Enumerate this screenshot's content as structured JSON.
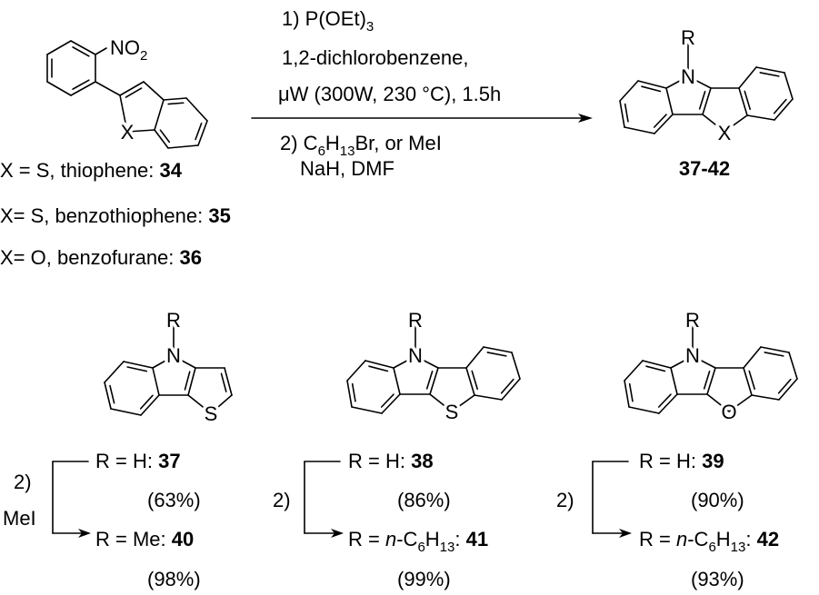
{
  "starting_material": {
    "nitro_label": "NO",
    "nitro_sub": "2",
    "x_label": "X",
    "variants": [
      {
        "text": "X = S, thiophene: ",
        "number": "34"
      },
      {
        "text": "X= S, benzothiophene: ",
        "number": "35"
      },
      {
        "text": "X= O, benzofurane: ",
        "number": "36"
      }
    ]
  },
  "conditions": {
    "step1_a": "1) P(OEt)",
    "step1_a_sub": "3",
    "step1_b": "1,2-dichlorobenzene,",
    "step1_c": "μW (300W, 230 °C), 1.5h",
    "step2_a": "2) C",
    "step2_a_sub1": "6",
    "step2_a_mid": "H",
    "step2_a_sub2": "13",
    "step2_a_end": "Br, or MeI",
    "step2_b": "NaH, DMF"
  },
  "product": {
    "r_label": "R",
    "n_label": "N",
    "x_label": "X",
    "number": "37-42"
  },
  "compounds": [
    {
      "r": "R",
      "n": "N",
      "het": "S",
      "step": "2)",
      "reagent": "MeI",
      "first": {
        "text": "R = H: ",
        "number": "37",
        "yield": "(63%)"
      },
      "second": {
        "text": "R = Me: ",
        "number": "40",
        "yield": "(98%)"
      }
    },
    {
      "r": "R",
      "n": "N",
      "het": "S",
      "step": "2)",
      "first": {
        "text": "R = H: ",
        "number": "38",
        "yield": "(86%)"
      },
      "second": {
        "pre": "R = ",
        "italic": "n",
        "c": "-C",
        "sub1": "6",
        "h": "H",
        "sub2": "13",
        "colon": ": ",
        "number": "41",
        "yield": "(99%)"
      }
    },
    {
      "r": "R",
      "n": "N",
      "het": "O",
      "step": "2)",
      "first": {
        "text": "R = H: ",
        "number": "39",
        "yield": "(90%)"
      },
      "second": {
        "pre": "R = ",
        "italic": "n",
        "c": "-C",
        "sub1": "6",
        "h": "H",
        "sub2": "13",
        "colon": ": ",
        "number": "42",
        "yield": "(93%)"
      }
    }
  ]
}
